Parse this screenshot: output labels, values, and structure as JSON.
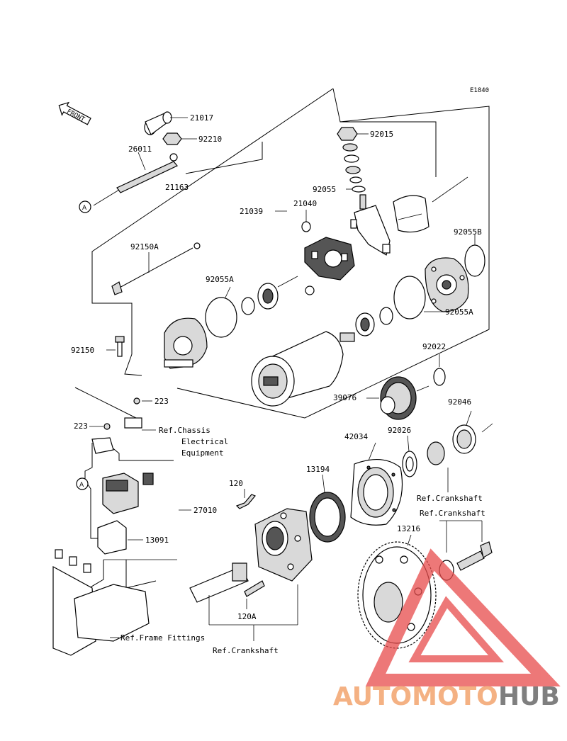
{
  "diagram_code": "E1840",
  "front_label": "FRONT",
  "circle_ref": "A",
  "parts": {
    "p21017": "21017",
    "p92210": "92210",
    "p26011": "26011",
    "p21163": "21163",
    "p92015": "92015",
    "p92055": "92055",
    "p21039": "21039",
    "p21040": "21040",
    "p92055B": "92055B",
    "p92150A": "92150A",
    "p92055A_left": "92055A",
    "p92055A_right": "92055A",
    "p92150": "92150",
    "p92022": "92022",
    "p39076": "39076",
    "p92046": "92046",
    "p223_a": "223",
    "p223_b": "223",
    "p42034": "42034",
    "p92026": "92026",
    "p13194": "13194",
    "p120": "120",
    "p27010": "27010",
    "p13216": "13216",
    "p13091": "13091",
    "p120A": "120A"
  },
  "refs": {
    "chassis_1": "Ref.Chassis",
    "chassis_2": "Electrical",
    "chassis_3": "Equipment",
    "crankshaft_a": "Ref.Crankshaft",
    "crankshaft_b": "Ref.Crankshaft",
    "frame": "Ref.Frame Fittings",
    "crankshaft_c": "Ref.Crankshaft"
  },
  "watermark": {
    "part1": "AUTOMOTO",
    "part2": "HUB",
    "color1": "#f4b183",
    "color2": "#7f7f7f",
    "triangle_color": "#e84c4c"
  }
}
